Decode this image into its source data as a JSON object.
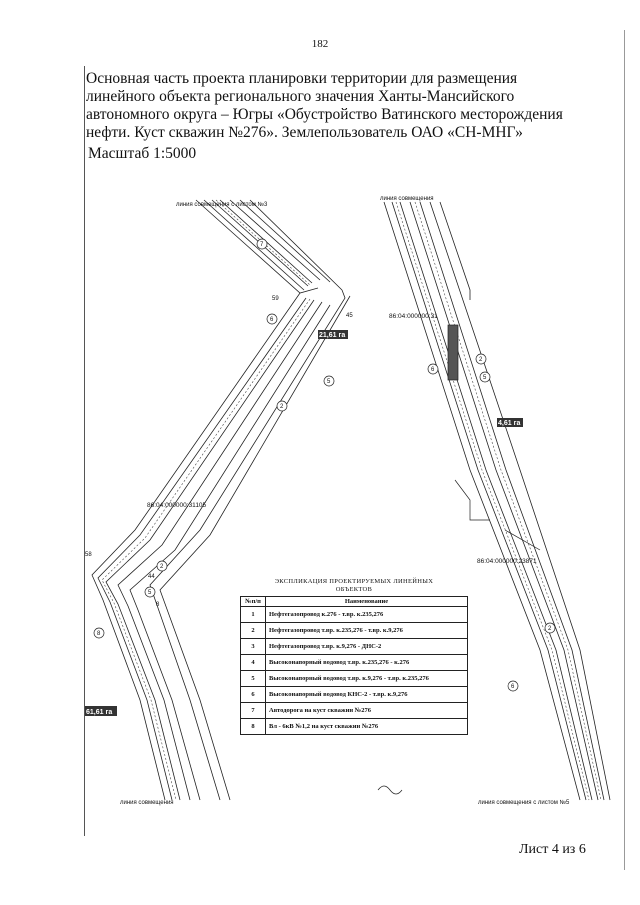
{
  "page_number": "182",
  "title": "Основная часть проекта планировки территории для размещения линейного объекта регионального значения Ханты-Мансийского автономного округа – Югры «Обустройство Ватинского месторождения нефти. Куст скважин №276». Землепользователь ОАО «СН-МНГ»",
  "scale": "Масштаб 1:5000",
  "map": {
    "match_line_sheet3": "линия совмещения с листом №3",
    "match_line_top_right": "линия совмещения",
    "match_line_bottom_left": "линия совмещения",
    "match_line_sheet5": "линия совмещения с листом №5",
    "cadastral_1": "86:04:000000:31105",
    "cadastral_2": "86:04:000000:31",
    "cadastral_3": "86:04:000000:23871",
    "point_59": "59",
    "point_45": "45",
    "point_58": "58",
    "point_44": "44",
    "point_8": "8",
    "area_1": "21,61 га",
    "area_2": "4,61 га",
    "area_3": "61,61 га",
    "circle_7": "7",
    "circle_6": "6",
    "circle_5a": "5",
    "circle_2a": "2",
    "circle_2b": "2",
    "circle_5b": "5",
    "circle_8": "8",
    "circle_r2": "2",
    "circle_r6": "6",
    "circle_r5": "5",
    "circle_r2b": "2",
    "circle_r6b": "6"
  },
  "legend": {
    "title": "ЭКСПЛИКАЦИЯ ПРОЕКТИРУЕМЫХ ЛИНЕЙНЫХ ОБЪЕКТОВ",
    "col_num": "№п/п",
    "col_name": "Наименование",
    "rows": [
      {
        "num": "1",
        "name": "Нефтегазопровод к.276 - т.вр. к.235,276"
      },
      {
        "num": "2",
        "name": "Нефтегазопровод т.вр. к.235,276 - т.вр. к.9,276"
      },
      {
        "num": "3",
        "name": "Нефтегазопровод т.вр. к.9,276 - ДНС-2"
      },
      {
        "num": "4",
        "name": "Высоконапорный водовод т.вр. к.235,276 - к.276"
      },
      {
        "num": "5",
        "name": "Высоконапорный водовод т.вр. к.9,276 - т.вр. к.235,276"
      },
      {
        "num": "6",
        "name": "Высоконапорный водовод КНС-2 - т.вр. к.9,276"
      },
      {
        "num": "7",
        "name": "Автодорога на куст скважин №276"
      },
      {
        "num": "8",
        "name": "Вл - 6кВ №1,2 на куст скважин №276"
      }
    ]
  },
  "sheet": "Лист 4 из 6"
}
